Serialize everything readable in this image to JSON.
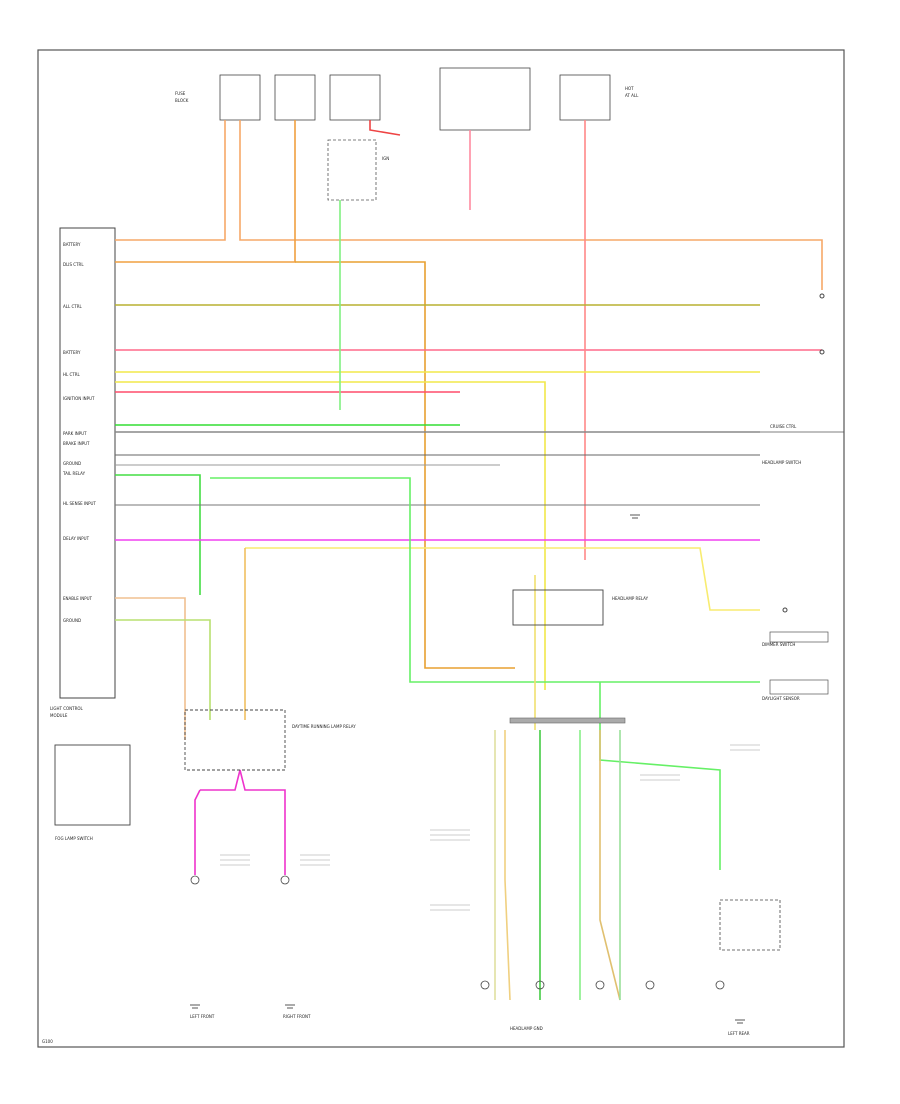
{
  "diagram": {
    "title_header_label": "",
    "labels": {
      "pcm_left": [
        "BATTERY",
        "DLIS CTRL",
        "ALL CTRL",
        "BATTERY",
        "HL CTRL",
        "IGNITION INPUT",
        "PARK INPUT",
        "BRAKE INPUT",
        "GROUND",
        "TAIL RELAY",
        "HL SENSE INPUT",
        "DELAY INPUT",
        "ENABLE INPUT",
        "GROUND"
      ],
      "switch_left": "FOG LAMP SWITCH",
      "right_switches": [
        "HEADLAMP SWITCH",
        "DIMMER SWITCH",
        "DAYLIGHT SENSOR"
      ],
      "relay": "DAYTIME RUNNING LAMP RELAY",
      "hl_relay": "HEADLAMP RELAY",
      "bottom_grounds": [
        "LEFT FRONT",
        "RIGHT FRONT",
        "HEADLAMP GND",
        "LEFT REAR"
      ],
      "corner_ref": "G100"
    }
  }
}
